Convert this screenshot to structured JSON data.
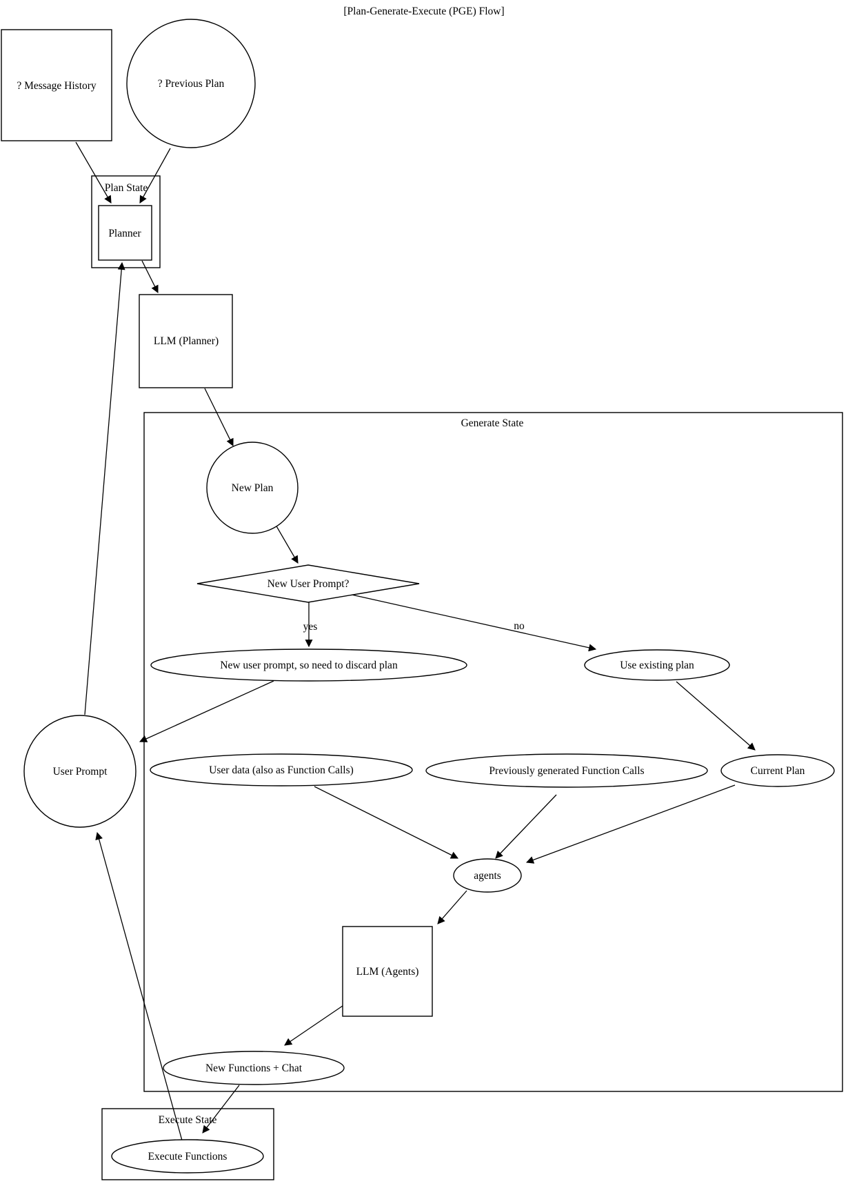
{
  "title": "[Plan-Generate-Execute (PGE) Flow]",
  "clusters": {
    "plan_state": {
      "label": "Plan State"
    },
    "generate_state": {
      "label": "Generate State"
    },
    "execute_state": {
      "label": "Execute State"
    }
  },
  "nodes": {
    "message_history": {
      "label": "? Message History",
      "shape": "box"
    },
    "previous_plan": {
      "label": "? Previous Plan",
      "shape": "circle"
    },
    "planner": {
      "label": "Planner",
      "shape": "box"
    },
    "llm_planner": {
      "label": "LLM (Planner)",
      "shape": "box"
    },
    "new_plan": {
      "label": "New Plan",
      "shape": "circle"
    },
    "new_user_prompt": {
      "label": "New User Prompt?",
      "shape": "diamond"
    },
    "discard_plan": {
      "label": "New user prompt, so need to discard plan",
      "shape": "ellipse"
    },
    "use_existing_plan": {
      "label": "Use existing plan",
      "shape": "ellipse"
    },
    "user_prompt": {
      "label": "User Prompt",
      "shape": "circle"
    },
    "user_data": {
      "label": "User data (also as Function Calls)",
      "shape": "ellipse"
    },
    "prev_function_calls": {
      "label": "Previously generated Function Calls",
      "shape": "ellipse"
    },
    "current_plan": {
      "label": "Current Plan",
      "shape": "ellipse"
    },
    "agents": {
      "label": "agents",
      "shape": "ellipse"
    },
    "llm_agents": {
      "label": "LLM (Agents)",
      "shape": "box"
    },
    "new_functions_chat": {
      "label": "New Functions + Chat",
      "shape": "ellipse"
    },
    "execute_functions": {
      "label": "Execute Functions",
      "shape": "ellipse"
    }
  },
  "edge_labels": {
    "yes": "yes",
    "no": "no"
  },
  "colors": {
    "stroke": "#000000",
    "background": "#ffffff",
    "text": "#000000"
  }
}
